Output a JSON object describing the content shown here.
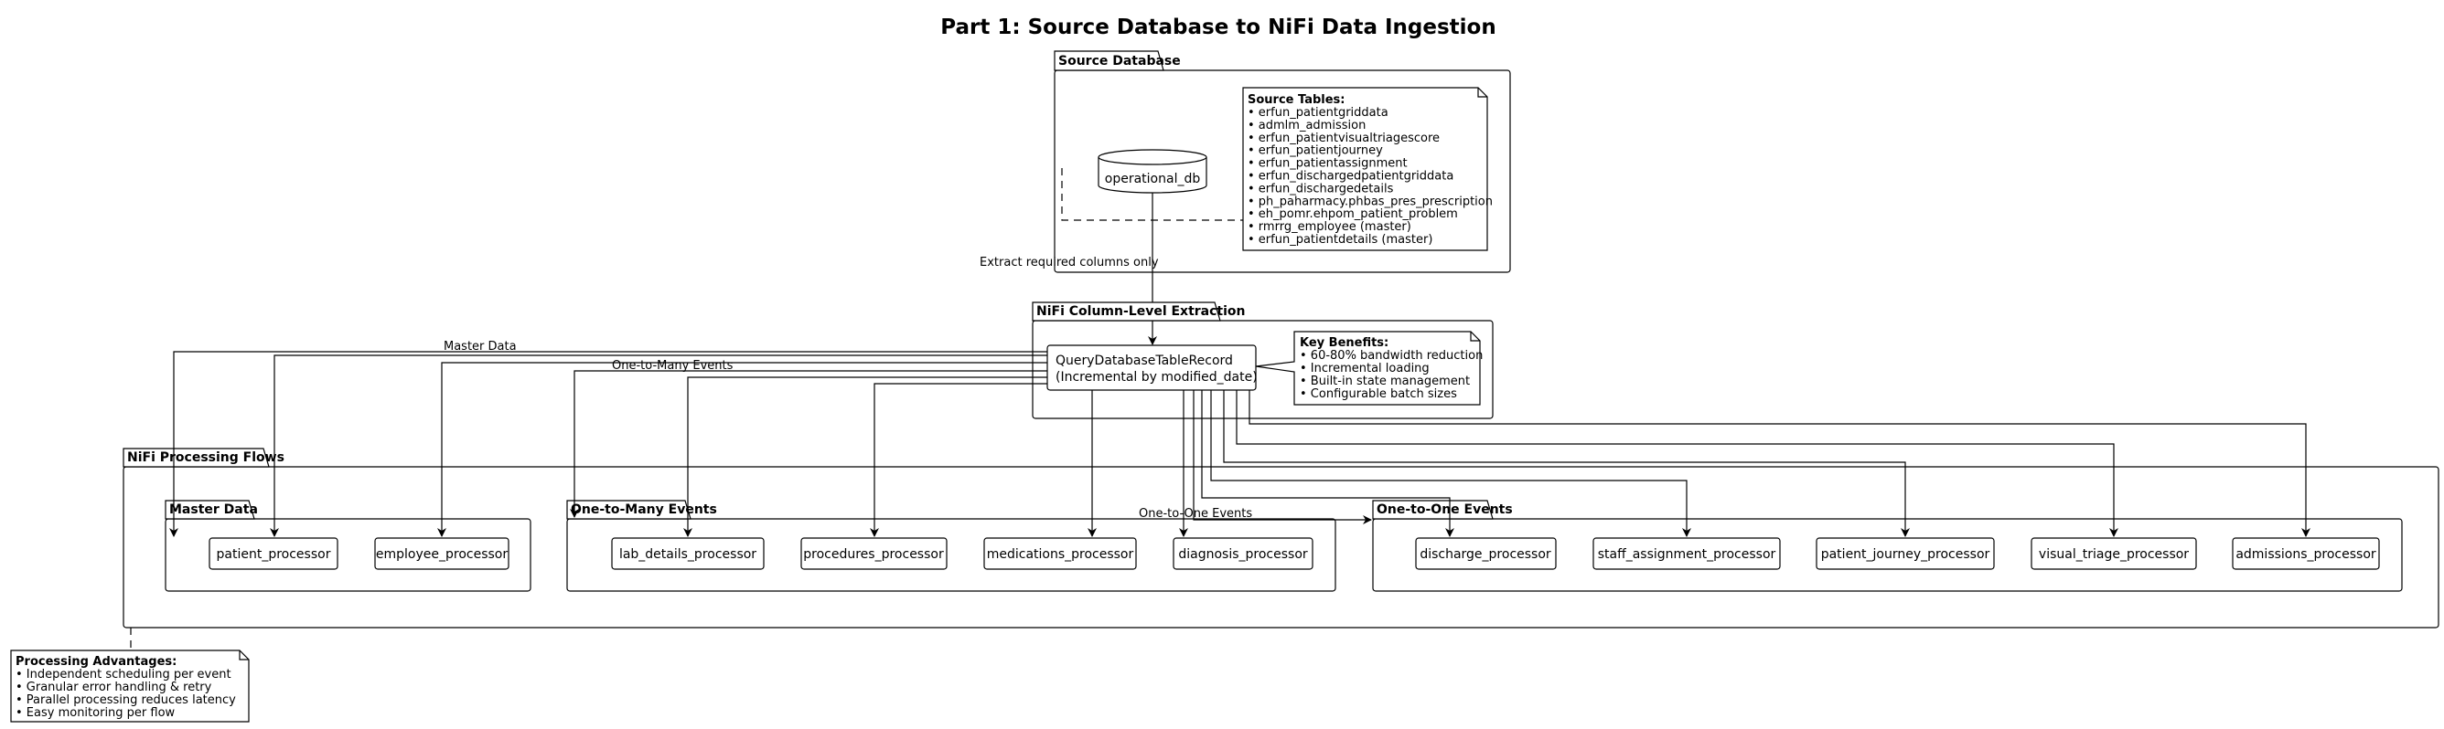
{
  "title": "Part 1: Source Database to NiFi Data Ingestion",
  "packages": {
    "source_database": "Source Database",
    "nifi_extraction": "NiFi Column-Level Extraction",
    "nifi_processing": "NiFi Processing Flows",
    "master_data": "Master Data",
    "one_to_many": "One-to-Many Events",
    "one_to_one": "One-to-One Events"
  },
  "database": "operational_db",
  "source_tables_note": {
    "heading": "Source Tables:",
    "items": [
      "• erfun_patientgriddata",
      "• admlm_admission",
      "• erfun_patientvisualtriagescore",
      "• erfun_patientjourney",
      "• erfun_patientassignment",
      "• erfun_dischargedpatientgriddata",
      "• erfun_dischargedetails",
      "• ph_paharmacy.phbas_pres_prescription",
      "• eh_pomr.ehpom_patient_problem",
      "• rmrrg_employee (master)",
      "• erfun_patientdetails (master)"
    ]
  },
  "extractor": {
    "line1": "QueryDatabaseTableRecord",
    "line2": "(Incremental by modified_date)"
  },
  "benefits_note": {
    "heading": "Key Benefits:",
    "items": [
      "• 60-80% bandwidth reduction",
      "• Incremental loading",
      "• Built-in state management",
      "• Configurable batch sizes"
    ]
  },
  "edge_labels": {
    "extract": "Extract required columns only",
    "master": "Master Data",
    "one_to_many": "One-to-Many Events",
    "one_to_one": "One-to-One Events"
  },
  "processors": {
    "patient": "patient_processor",
    "employee": "employee_processor",
    "lab_details": "lab_details_processor",
    "procedures": "procedures_processor",
    "medications": "medications_processor",
    "diagnosis": "diagnosis_processor",
    "discharge": "discharge_processor",
    "staff_assignment": "staff_assignment_processor",
    "patient_journey": "patient_journey_processor",
    "visual_triage": "visual_triage_processor",
    "admissions": "admissions_processor"
  },
  "advantages_note": {
    "heading": "Processing Advantages:",
    "items": [
      "• Independent scheduling per event",
      "• Granular error handling & retry",
      "• Parallel processing reduces latency",
      "• Easy monitoring per flow"
    ]
  }
}
